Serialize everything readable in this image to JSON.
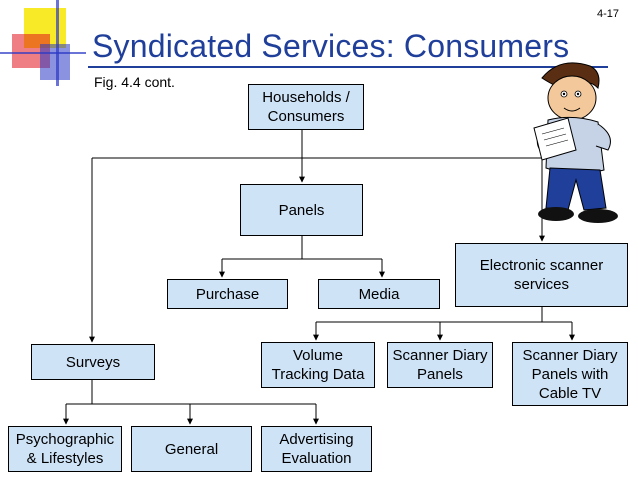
{
  "slide_number": "4-17",
  "title": "Syndicated Services: Consumers",
  "caption": "Fig. 4.4 cont.",
  "nodes": {
    "households": "Households /\nConsumers",
    "panels": "Panels",
    "purchase": "Purchase",
    "media": "Media",
    "electronic": "Electronic scanner\nservices",
    "surveys": "Surveys",
    "volume": "Volume\nTracking Data",
    "scanner_diary": "Scanner Diary\nPanels",
    "scanner_cable": "Scanner Diary\nPanels with\nCable TV",
    "psychographic": "Psychographic\n& Lifestyles",
    "general": "General",
    "advertising": "Advertising\nEvaluation"
  },
  "colors": {
    "title": "#1f3f9a",
    "box_fill": "#cfe3f7",
    "logo_yellow": "#f7e600",
    "logo_red": "#e0141e",
    "logo_blue": "#2b39c4"
  },
  "icons": [
    "logo-squares-icon",
    "cartoon-person-reading-icon"
  ]
}
